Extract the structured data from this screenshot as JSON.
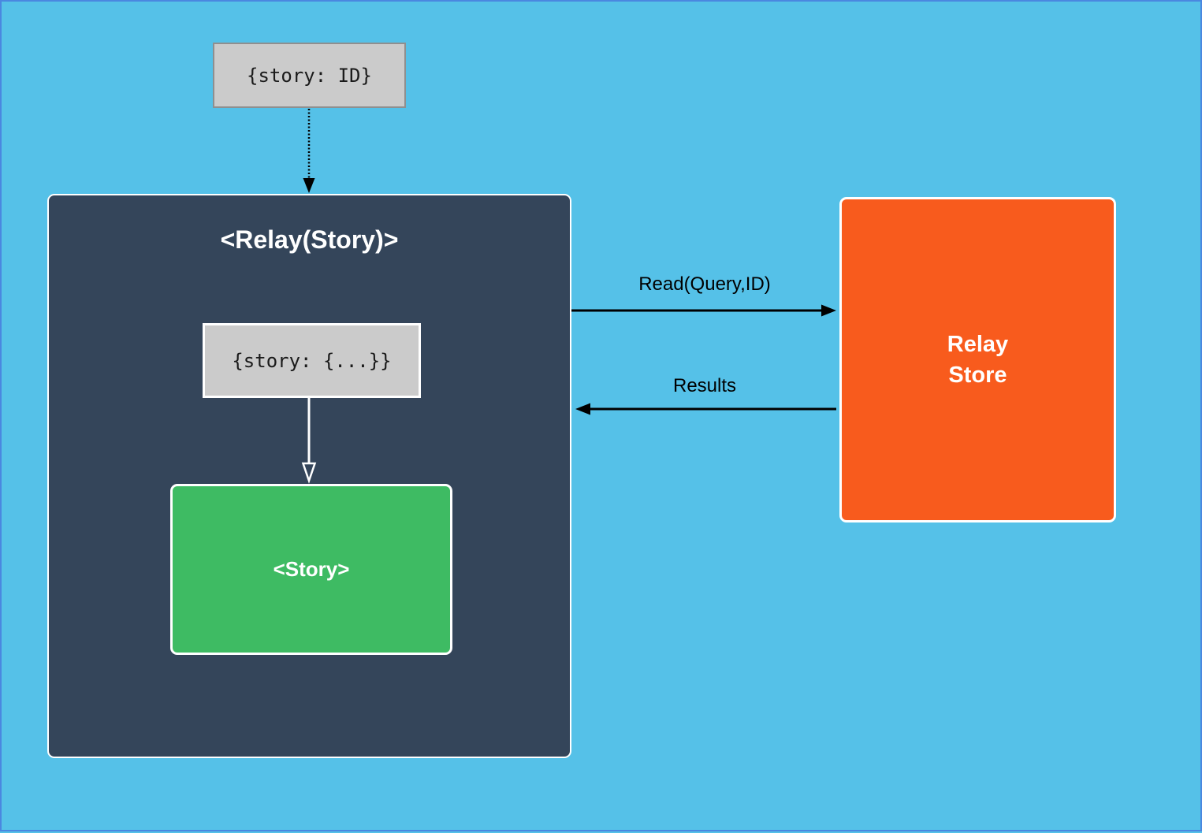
{
  "canvas": {
    "background_color": "#55C1E8",
    "frame_border_color": "#4A87E0"
  },
  "props_box": {
    "text": "{story: ID}",
    "bg_color": "#CBCBCB",
    "border_color": "#8F8F8F"
  },
  "relay_container": {
    "title": "<Relay(Story)>",
    "bg_color": "#34455A",
    "border_color": "#FFFFFF"
  },
  "inner_props_box": {
    "text": "{story: {...}}",
    "bg_color": "#CBCBCB",
    "border_color": "#FFFFFF"
  },
  "story_box": {
    "label": "<Story>",
    "bg_color": "#3EBB63",
    "border_color": "#FFFFFF"
  },
  "relay_store_box": {
    "label": "Relay\nStore",
    "bg_color": "#F85B1D",
    "border_color": "#FFFFFF"
  },
  "arrows": {
    "read_label": "Read(Query,ID)",
    "results_label": "Results",
    "arrow_color": "#000000",
    "inner_arrow_color": "#FFFFFF"
  }
}
